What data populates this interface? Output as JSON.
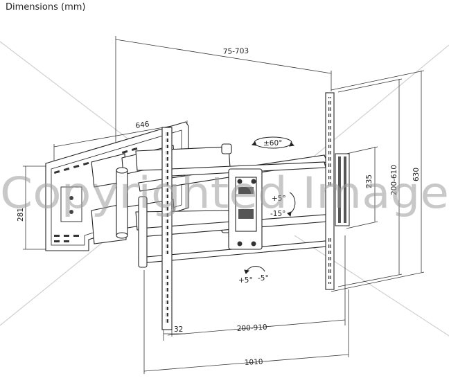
{
  "title": "Dimensions (mm)",
  "dimensions": {
    "top_depth": "75-703",
    "arm_width": "646",
    "wall_height": "281",
    "hole_vertical": "235",
    "vesa_vertical": "200-610",
    "total_height": "630",
    "rail_width": "32",
    "vesa_horizontal": "200-910",
    "total_width": "1010"
  },
  "angles": {
    "swivel": "±60°",
    "tilt_up": "+5°",
    "tilt_down": "-15°",
    "level_plus": "+5°",
    "level_minus": "-5°"
  },
  "watermark": "Copyrighted Image"
}
